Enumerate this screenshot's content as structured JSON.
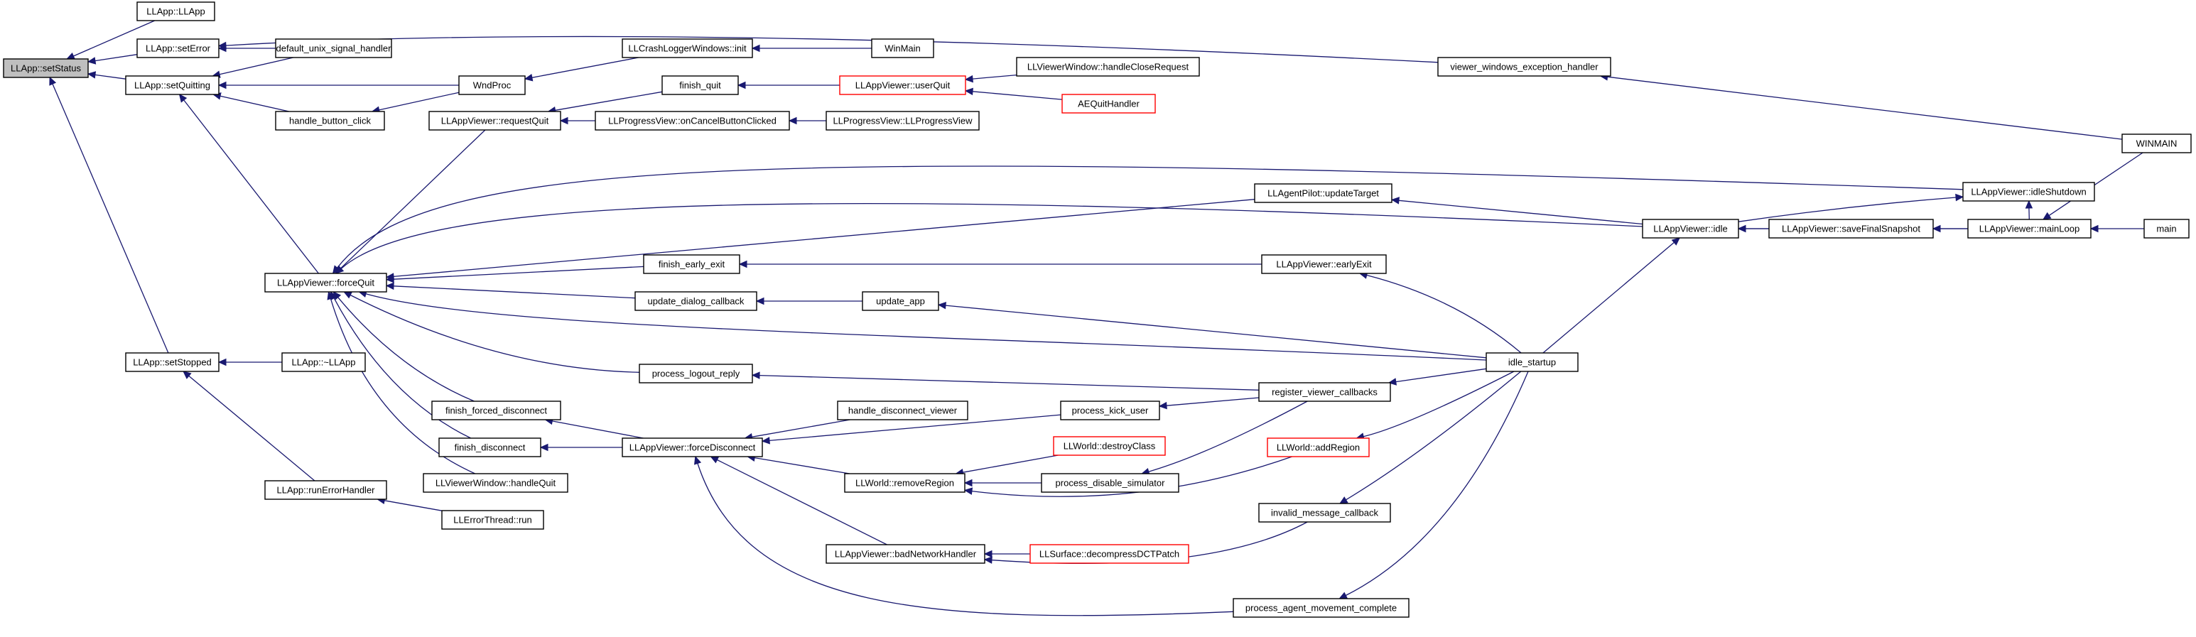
{
  "diagram": {
    "type": "call-graph",
    "colors": {
      "edge": "#191970",
      "node_border": "#000000",
      "truncated_border": "#ff0000",
      "current_fill": "#bfbfbf",
      "node_fill": "#ffffff"
    },
    "nodes": [
      {
        "id": "setStatus",
        "label": "LLApp::setStatus",
        "current": true
      },
      {
        "id": "LLApp",
        "label": "LLApp::LLApp"
      },
      {
        "id": "setError",
        "label": "LLApp::setError"
      },
      {
        "id": "default_unix_signal_handler",
        "label": "default_unix_signal_handler"
      },
      {
        "id": "setQuitting",
        "label": "LLApp::setQuitting"
      },
      {
        "id": "handle_button_click",
        "label": "handle_button_click"
      },
      {
        "id": "WndProc",
        "label": "WndProc"
      },
      {
        "id": "LLCrashLoggerWindows_init",
        "label": "LLCrashLoggerWindows::init"
      },
      {
        "id": "WinMain",
        "label": "WinMain"
      },
      {
        "id": "viewer_windows_exception_handler",
        "label": "viewer_windows_exception_handler"
      },
      {
        "id": "WINMAIN",
        "label": "WINMAIN"
      },
      {
        "id": "requestQuit",
        "label": "LLAppViewer::requestQuit"
      },
      {
        "id": "finish_quit",
        "label": "finish_quit"
      },
      {
        "id": "userQuit",
        "label": "LLAppViewer::userQuit",
        "truncated": true
      },
      {
        "id": "handleCloseRequest",
        "label": "LLViewerWindow::handleCloseRequest"
      },
      {
        "id": "AEQuitHandler",
        "label": "AEQuitHandler",
        "truncated": true
      },
      {
        "id": "onCancelButtonClicked",
        "label": "LLProgressView::onCancelButtonClicked"
      },
      {
        "id": "LLProgressView",
        "label": "LLProgressView::LLProgressView"
      },
      {
        "id": "updateTarget",
        "label": "LLAgentPilot::updateTarget"
      },
      {
        "id": "idleShutdown",
        "label": "LLAppViewer::idleShutdown"
      },
      {
        "id": "idle",
        "label": "LLAppViewer::idle"
      },
      {
        "id": "saveFinalSnapshot",
        "label": "LLAppViewer::saveFinalSnapshot"
      },
      {
        "id": "mainLoop",
        "label": "LLAppViewer::mainLoop"
      },
      {
        "id": "main",
        "label": "main"
      },
      {
        "id": "forceQuit",
        "label": "LLAppViewer::forceQuit"
      },
      {
        "id": "finish_early_exit",
        "label": "finish_early_exit"
      },
      {
        "id": "earlyExit",
        "label": "LLAppViewer::earlyExit"
      },
      {
        "id": "update_dialog_callback",
        "label": "update_dialog_callback"
      },
      {
        "id": "update_app",
        "label": "update_app"
      },
      {
        "id": "idle_startup",
        "label": "idle_startup"
      },
      {
        "id": "setStopped",
        "label": "LLApp::setStopped"
      },
      {
        "id": "LLApp_dtor",
        "label": "LLApp::~LLApp"
      },
      {
        "id": "process_logout_reply",
        "label": "process_logout_reply"
      },
      {
        "id": "register_viewer_callbacks",
        "label": "register_viewer_callbacks"
      },
      {
        "id": "finish_forced_disconnect",
        "label": "finish_forced_disconnect"
      },
      {
        "id": "handle_disconnect_viewer",
        "label": "handle_disconnect_viewer"
      },
      {
        "id": "process_kick_user",
        "label": "process_kick_user"
      },
      {
        "id": "finish_disconnect",
        "label": "finish_disconnect"
      },
      {
        "id": "forceDisconnect",
        "label": "LLAppViewer::forceDisconnect"
      },
      {
        "id": "addRegion",
        "label": "LLWorld::addRegion",
        "truncated": true
      },
      {
        "id": "destroyClass",
        "label": "LLWorld::destroyClass",
        "truncated": true
      },
      {
        "id": "handleQuit",
        "label": "LLViewerWindow::handleQuit"
      },
      {
        "id": "removeRegion",
        "label": "LLWorld::removeRegion"
      },
      {
        "id": "process_disable_simulator",
        "label": "process_disable_simulator"
      },
      {
        "id": "runErrorHandler",
        "label": "LLApp::runErrorHandler"
      },
      {
        "id": "invalid_message_callback",
        "label": "invalid_message_callback"
      },
      {
        "id": "LLErrorThread_run",
        "label": "LLErrorThread::run"
      },
      {
        "id": "badNetworkHandler",
        "label": "LLAppViewer::badNetworkHandler"
      },
      {
        "id": "decompressDCTPatch",
        "label": "LLSurface::decompressDCTPatch",
        "truncated": true
      },
      {
        "id": "process_agent_movement_complete",
        "label": "process_agent_movement_complete"
      }
    ],
    "edges": [
      {
        "from": "LLApp",
        "to": "setStatus"
      },
      {
        "from": "setError",
        "to": "setStatus"
      },
      {
        "from": "setQuitting",
        "to": "setStatus"
      },
      {
        "from": "setStopped",
        "to": "setStatus"
      },
      {
        "from": "default_unix_signal_handler",
        "to": "setError"
      },
      {
        "from": "viewer_windows_exception_handler",
        "to": "setError"
      },
      {
        "from": "default_unix_signal_handler",
        "to": "setQuitting"
      },
      {
        "from": "WndProc",
        "to": "setQuitting"
      },
      {
        "from": "handle_button_click",
        "to": "setQuitting"
      },
      {
        "from": "forceQuit",
        "to": "setQuitting"
      },
      {
        "from": "WndProc",
        "to": "handle_button_click"
      },
      {
        "from": "LLCrashLoggerWindows_init",
        "to": "WndProc"
      },
      {
        "from": "WinMain",
        "to": "LLCrashLoggerWindows_init"
      },
      {
        "from": "WINMAIN",
        "to": "viewer_windows_exception_handler"
      },
      {
        "from": "finish_quit",
        "to": "requestQuit"
      },
      {
        "from": "onCancelButtonClicked",
        "to": "requestQuit"
      },
      {
        "from": "userQuit",
        "to": "finish_quit"
      },
      {
        "from": "handleCloseRequest",
        "to": "userQuit"
      },
      {
        "from": "AEQuitHandler",
        "to": "userQuit"
      },
      {
        "from": "LLProgressView",
        "to": "onCancelButtonClicked"
      },
      {
        "from": "requestQuit",
        "to": "forceQuit"
      },
      {
        "from": "idleShutdown",
        "to": "forceQuit"
      },
      {
        "from": "updateTarget",
        "to": "forceQuit"
      },
      {
        "from": "idle",
        "to": "forceQuit"
      },
      {
        "from": "finish_early_exit",
        "to": "forceQuit"
      },
      {
        "from": "update_dialog_callback",
        "to": "forceQuit"
      },
      {
        "from": "idle_startup",
        "to": "forceQuit"
      },
      {
        "from": "process_logout_reply",
        "to": "forceQuit"
      },
      {
        "from": "finish_forced_disconnect",
        "to": "forceQuit"
      },
      {
        "from": "finish_disconnect",
        "to": "forceQuit"
      },
      {
        "from": "handleQuit",
        "to": "forceQuit"
      },
      {
        "from": "idle",
        "to": "updateTarget"
      },
      {
        "from": "idle",
        "to": "idleShutdown"
      },
      {
        "from": "mainLoop",
        "to": "idleShutdown"
      },
      {
        "from": "saveFinalSnapshot",
        "to": "idle"
      },
      {
        "from": "mainLoop",
        "to": "idle"
      },
      {
        "from": "idle_startup",
        "to": "idle"
      },
      {
        "from": "mainLoop",
        "to": "saveFinalSnapshot"
      },
      {
        "from": "WINMAIN",
        "to": "mainLoop"
      },
      {
        "from": "main",
        "to": "mainLoop"
      },
      {
        "from": "earlyExit",
        "to": "finish_early_exit"
      },
      {
        "from": "idle_startup",
        "to": "earlyExit"
      },
      {
        "from": "update_app",
        "to": "update_dialog_callback"
      },
      {
        "from": "idle_startup",
        "to": "update_app"
      },
      {
        "from": "LLApp_dtor",
        "to": "setStopped"
      },
      {
        "from": "runErrorHandler",
        "to": "setStopped"
      },
      {
        "from": "register_viewer_callbacks",
        "to": "process_logout_reply"
      },
      {
        "from": "idle_startup",
        "to": "register_viewer_callbacks"
      },
      {
        "from": "forceDisconnect",
        "to": "finish_forced_disconnect"
      },
      {
        "from": "forceDisconnect",
        "to": "finish_disconnect"
      },
      {
        "from": "handle_disconnect_viewer",
        "to": "forceDisconnect"
      },
      {
        "from": "process_kick_user",
        "to": "forceDisconnect"
      },
      {
        "from": "removeRegion",
        "to": "forceDisconnect"
      },
      {
        "from": "badNetworkHandler",
        "to": "forceDisconnect"
      },
      {
        "from": "process_agent_movement_complete",
        "to": "forceDisconnect"
      },
      {
        "from": "register_viewer_callbacks",
        "to": "process_kick_user"
      },
      {
        "from": "idle_startup",
        "to": "addRegion"
      },
      {
        "from": "destroyClass",
        "to": "removeRegion"
      },
      {
        "from": "process_disable_simulator",
        "to": "removeRegion"
      },
      {
        "from": "addRegion",
        "to": "removeRegion"
      },
      {
        "from": "register_viewer_callbacks",
        "to": "process_disable_simulator"
      },
      {
        "from": "LLErrorThread_run",
        "to": "runErrorHandler"
      },
      {
        "from": "idle_startup",
        "to": "invalid_message_callback"
      },
      {
        "from": "decompressDCTPatch",
        "to": "badNetworkHandler"
      },
      {
        "from": "invalid_message_callback",
        "to": "badNetworkHandler"
      },
      {
        "from": "idle_startup",
        "to": "process_agent_movement_complete"
      }
    ]
  }
}
